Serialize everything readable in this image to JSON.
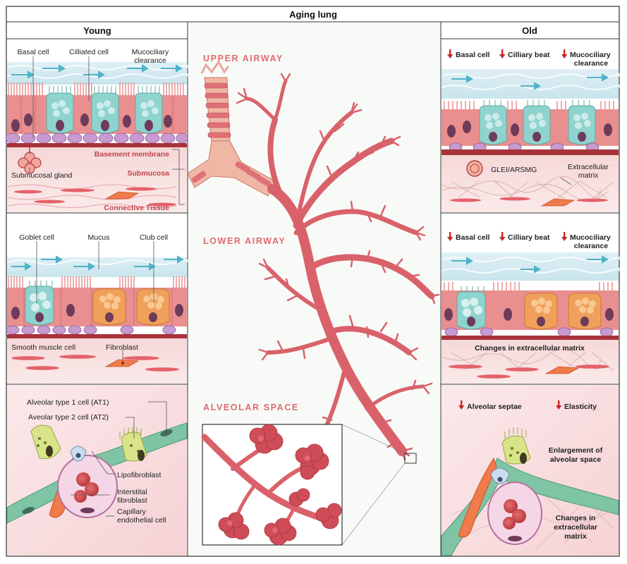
{
  "title": "Aging lung",
  "columns": {
    "young": "Young",
    "old": "Old"
  },
  "sections": {
    "upper": "UPPER AIRWAY",
    "lower": "LOWER AIRWAY",
    "alveolar": "ALVEOLAR SPACE"
  },
  "young_upper": {
    "basal_cell": "Basal cell",
    "ciliated_cell": "Cilliated cell",
    "mucociliary_1": "Mucociliary",
    "mucociliary_2": "clearance",
    "basement_membrane": "Basement membrane",
    "submucosal_gland": "Submucosal gland",
    "submucosa": "Submucosa",
    "connective_tissue": "Connective Tissue"
  },
  "old_upper": {
    "basal_cell": "Basal cell",
    "ciliary_beat": "Cilliary beat",
    "mucociliary_1": "Mucociliary",
    "mucociliary_2": "clearance",
    "glei": "GLEI/ARSMG",
    "ecm_1": "Extracellular",
    "ecm_2": "matrix"
  },
  "young_lower": {
    "goblet_cell": "Goblet cell",
    "mucus": "Mucus",
    "club_cell": "Club cell",
    "smooth_muscle": "Smooth muscle cell",
    "fibroblast": "Fibroblast"
  },
  "old_lower": {
    "basal_cell": "Basal cell",
    "ciliary_beat": "Cilliary beat",
    "mucociliary_1": "Mucociliary",
    "mucociliary_2": "clearance",
    "ecm_changes": "Changes in extracellular matrix"
  },
  "young_alveolar": {
    "at1": "Alveolar type 1 cell (AT1)",
    "at2": "Aveolar type 2 cell (AT2)",
    "lipofibroblast": "Lipofibroblast",
    "interstitial_1": "Interstital",
    "interstitial_2": "fibroblast",
    "capillary_1": "Capillary",
    "capillary_2": "endothelial cell"
  },
  "old_alveolar": {
    "septae": "Alveolar septae",
    "elasticity": "Elasticity",
    "enlargement_1": "Enlargement of",
    "enlargement_2": "alveolar space",
    "ecm_1": "Changes in",
    "ecm_2": "extracellular",
    "ecm_3": "matrix"
  },
  "colors": {
    "epithelium": "#e98f8f",
    "cilia": "#f2a8a8",
    "ciliated": "#8fd3cf",
    "club": "#f0a05a",
    "basal": "#c79ad0",
    "membrane": "#a8323a",
    "bronchi": "#d9626a",
    "trachea": "#f0b7a4",
    "airflow": "#4fb3c9",
    "decrease": "#c62828"
  }
}
